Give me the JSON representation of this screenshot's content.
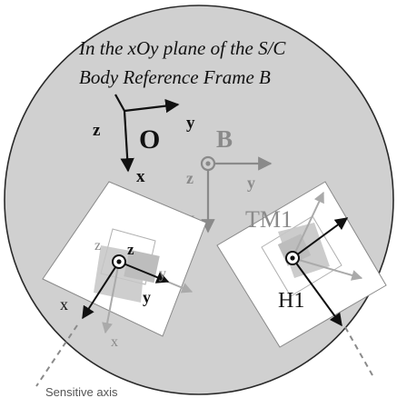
{
  "header": {
    "line1": "In the xOy plane of the S/C",
    "line2": "Body Reference Frame B"
  },
  "frame_o": {
    "origin": "O",
    "x": "x",
    "y": "y",
    "z": "z"
  },
  "frame_b": {
    "origin": "B",
    "x": "x",
    "y": "y",
    "z": "z"
  },
  "left_sensor": {
    "x": "x",
    "y": "y",
    "z": "z",
    "x_gray": "x",
    "y_gray": "y",
    "z_gray": "z"
  },
  "right_sensor": {
    "tm_label": "TM1",
    "h_label": "H1"
  },
  "footer": {
    "sensitive_axis": "Sensitive axis"
  },
  "colors": {
    "disc": "#d0d0d0",
    "disc_border": "#2a2a2a",
    "dark": "#111111",
    "gray": "#8a8a8a",
    "light_gray": "#aaaaaa",
    "panel": "#ffffff"
  }
}
